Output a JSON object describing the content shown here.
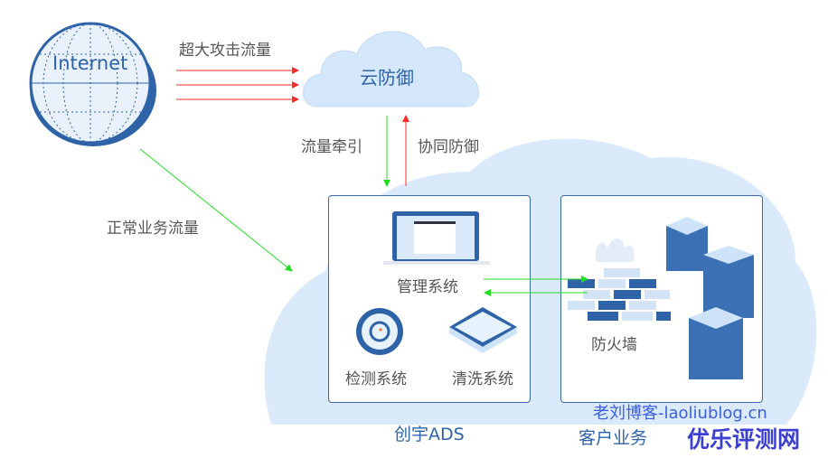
{
  "internet_label": "Internet",
  "attack_label": "超大攻击流量",
  "cloud_defense_label": "云防御",
  "traffic_redirect_label": "流量牵引",
  "cooperative_defense_label": "协同防御",
  "normal_traffic_label": "正常业务流量",
  "ads": {
    "title": "创宇ADS",
    "management": "管理系统",
    "detection": "检测系统",
    "cleaning": "清洗系统"
  },
  "customer": {
    "title": "客户业务",
    "firewall": "防火墙"
  },
  "watermark_1": "老刘博客-laoliublog.cn",
  "watermark_2": "优乐评测网",
  "colors": {
    "attack": "#ff2a2a",
    "normal": "#22dd22",
    "accent": "#2f63a8",
    "cloud": "#dbeafa"
  }
}
